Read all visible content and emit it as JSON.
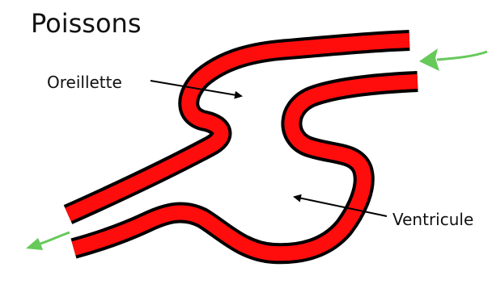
{
  "title": "Poissons",
  "labels": {
    "atrium": "Oreillette",
    "ventricle": "Ventricule"
  },
  "colors": {
    "vessel_fill": "#ff0d0d",
    "vessel_outline": "#000000",
    "flow_arrow": "#66c95a",
    "pointer_arrow": "#000000",
    "background": "#ffffff"
  },
  "flow_direction": {
    "inflow_arrow": "right-side, pointing left into the heart",
    "outflow_arrow": "left-side, pointing down-left out of the heart"
  }
}
